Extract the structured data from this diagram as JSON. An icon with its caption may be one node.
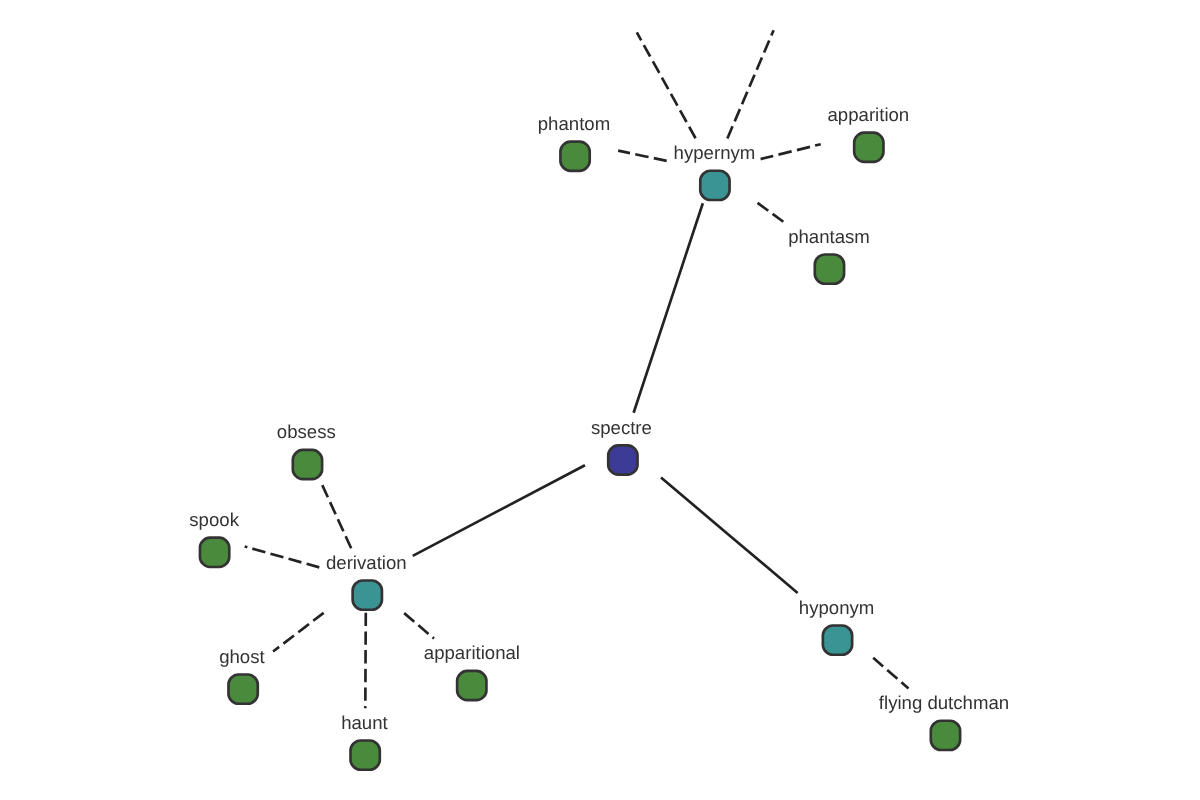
{
  "diagram": {
    "nodes": [
      {
        "text": [
          "obsess"
        ]
      },
      {
        "text": [
          "apparitional"
        ]
      },
      {
        "text": [
          "haunt"
        ]
      },
      {
        "text": [
          "derivation"
        ]
      },
      {
        "text": [
          "hyponym"
        ]
      },
      {
        "text": [
          "spectre"
        ]
      },
      {
        "text": [
          "spook"
        ]
      },
      {
        "text": [
          "flying dutchman"
        ]
      },
      {
        "text": [
          "ghost"
        ]
      },
      {
        "text": [
          "phantasm"
        ]
      },
      {
        "text": [
          "phantom"
        ]
      },
      {
        "text": [
          "hypernym"
        ]
      },
      {
        "text": [
          "apparition"
        ]
      }
    ],
    "edges": [
      {
        "from": 5,
        "to": 4,
        "arrow": "none"
      },
      {
        "from": 5,
        "to": 3,
        "arrow": "none"
      },
      {
        "from": 5,
        "to": 11,
        "arrow": "none"
      },
      {
        "from": 4,
        "to": 7,
        "arrow": "none",
        "style": "dashed"
      },
      {
        "from": 3,
        "to": 0,
        "arrow": "none",
        "style": "dashed"
      },
      {
        "from": 3,
        "to": 1,
        "arrow": "none",
        "style": "dashed"
      },
      {
        "from": 3,
        "to": 2,
        "arrow": "none",
        "style": "dashed"
      },
      {
        "from": 3,
        "to": 6,
        "arrow": "none",
        "style": "dashed"
      },
      {
        "from": 3,
        "to": 8,
        "arrow": "none",
        "style": "dashed"
      },
      {
        "from": 11,
        "to": 9,
        "arrow": "none",
        "style": "dashed"
      },
      {
        "from": 11,
        "to": 10,
        "arrow": "none",
        "style": "dashed"
      },
      {
        "from": 11,
        "to": 12,
        "arrow": "none",
        "style": "dashed"
      },
      {
        "from": 11,
        "to": null,
        "arrow": "none",
        "style": "dashed"
      },
      {
        "from": 11,
        "to": null,
        "arrow": "none",
        "style": "dashed"
      }
    ]
  }
}
